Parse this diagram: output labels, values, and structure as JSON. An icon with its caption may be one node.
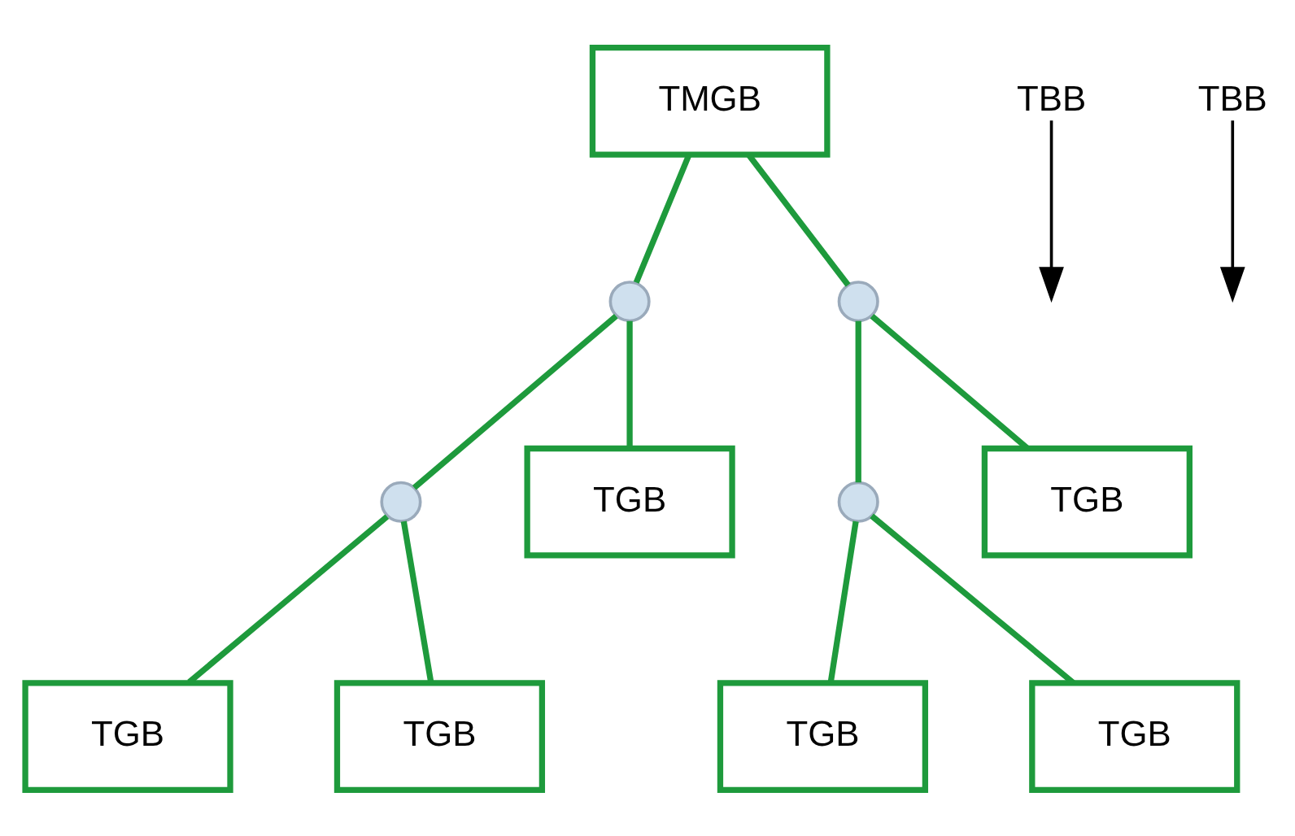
{
  "diagram": {
    "nodes": [
      {
        "text": [
          "TGB"
        ]
      },
      {
        "text": [
          "TGB"
        ]
      },
      {
        "text": [],
        "shape": "circle"
      },
      {
        "text": [
          "TGB"
        ]
      },
      {
        "text": [
          "TGB"
        ]
      },
      {
        "text": [],
        "shape": "circle"
      },
      {
        "text": [],
        "shape": "circle"
      },
      {
        "text": [
          "TGB"
        ]
      },
      {
        "text": [
          "TGB"
        ]
      },
      {
        "text": [],
        "shape": "circle"
      },
      {
        "text": [
          "TMGB"
        ]
      },
      {
        "text": [
          "TBB"
        ]
      },
      {
        "text": [
          "TBB"
        ]
      }
    ],
    "edges": [
      {
        "from": 10,
        "to": 6,
        "arrow": "none"
      },
      {
        "from": 6,
        "to": 7,
        "arrow": "none"
      },
      {
        "from": 6,
        "to": 2,
        "arrow": "none"
      },
      {
        "from": 2,
        "to": 3,
        "arrow": "none"
      },
      {
        "from": 2,
        "to": 0,
        "arrow": "none"
      },
      {
        "from": 10,
        "to": 9,
        "arrow": "none"
      },
      {
        "from": 9,
        "to": 8,
        "arrow": "none"
      },
      {
        "from": 9,
        "to": 5,
        "arrow": "none"
      },
      {
        "from": 5,
        "to": 4,
        "arrow": "none"
      },
      {
        "from": 5,
        "to": 1,
        "arrow": "none"
      },
      {
        "from": 11,
        "to": null,
        "arrow": "to",
        "color": "#000000"
      },
      {
        "from": 12,
        "to": null,
        "arrow": "to",
        "color": "#000000"
      }
    ]
  }
}
